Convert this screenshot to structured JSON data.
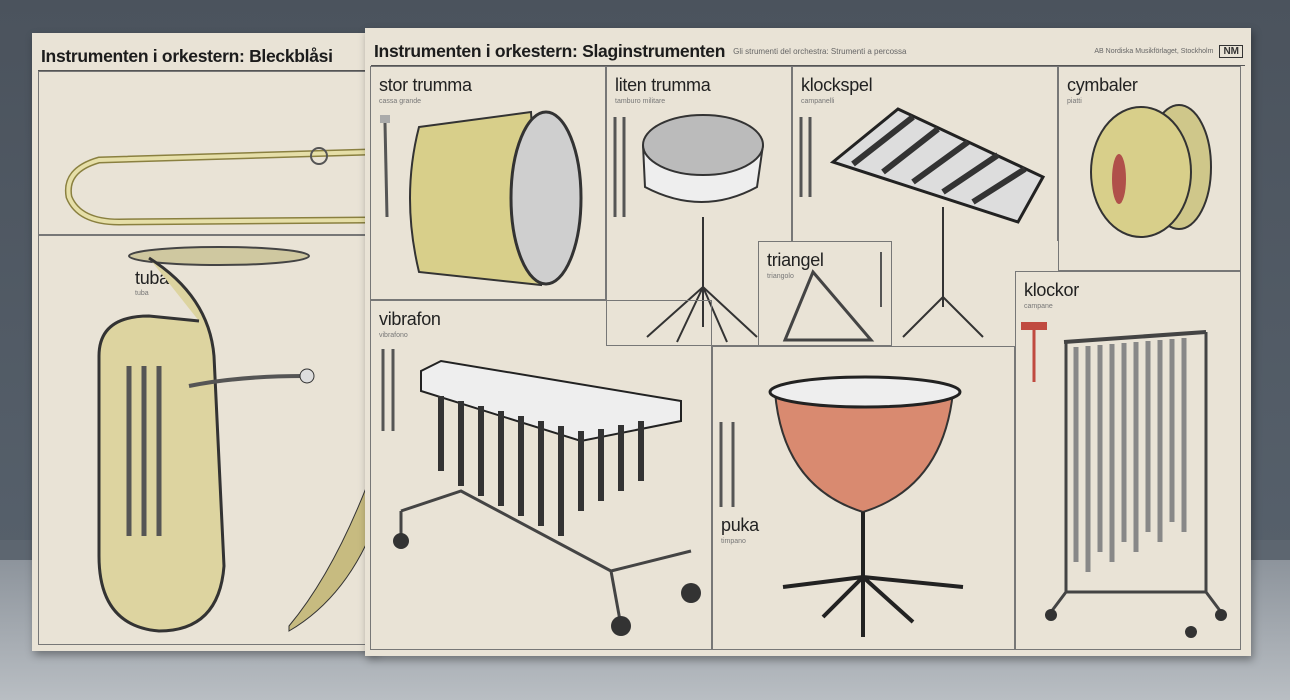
{
  "left_poster": {
    "title": "Instrumenten i orkestern: Bleckblåsi",
    "instrument": {
      "name": "tuba",
      "italian": "tuba"
    }
  },
  "right_poster": {
    "title": "Instrumenten i orkestern: Slaginstrumenten",
    "subtitle": "Gli strumenti del orchestra: Strumenti a percossa",
    "publisher": "AB Nordiska Musikförlaget, Stockholm",
    "logo": "NM",
    "instruments": [
      {
        "name": "stor trumma",
        "italian": "cassa grande"
      },
      {
        "name": "liten trumma",
        "italian": "tamburo militare"
      },
      {
        "name": "klockspel",
        "italian": "campanelli"
      },
      {
        "name": "cymbaler",
        "italian": "piatti"
      },
      {
        "name": "triangel",
        "italian": "triangolo"
      },
      {
        "name": "vibrafon",
        "italian": "vibrafono"
      },
      {
        "name": "puka",
        "italian": "timpano"
      },
      {
        "name": "klockor",
        "italian": "campane"
      }
    ]
  },
  "colors": {
    "wall": "#4d5560",
    "paper": "#e9e3d6",
    "brass": "#d8cf8a",
    "copper": "#d98a70"
  }
}
